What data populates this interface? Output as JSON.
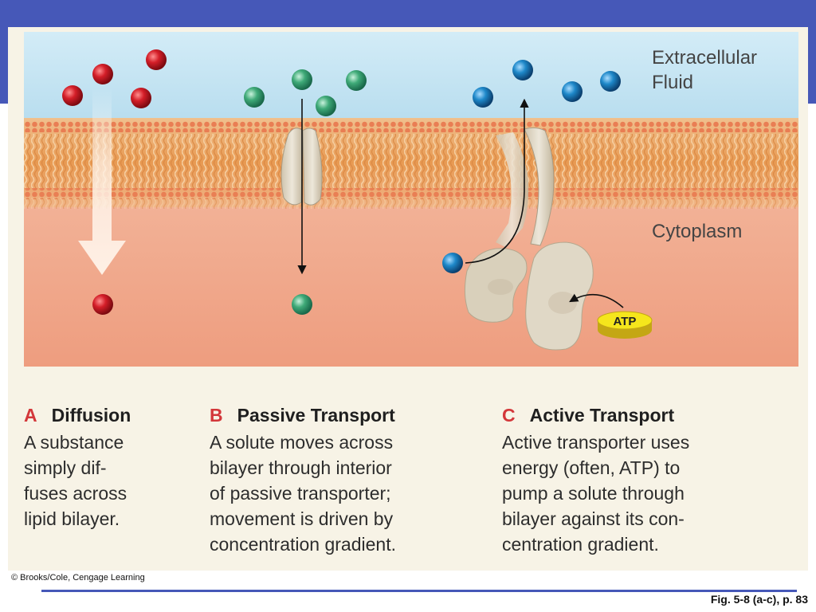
{
  "figure": {
    "region_labels": {
      "extracellular_line1": "Extracellular",
      "extracellular_line2": "Fluid",
      "cytoplasm": "Cytoplasm"
    },
    "atp_label": "ATP",
    "colors": {
      "diffusion_solute": "#c8141e",
      "passive_solute": "#3aa676",
      "active_solute": "#1a86c8",
      "extracellular": "#bfe3f2",
      "cytoplasm": "#f0a486",
      "bilayer": "#e9a35e",
      "atp": "#f2e21e"
    }
  },
  "panels": {
    "a": {
      "letter": "A",
      "title": "Diffusion",
      "lines": [
        "A substance",
        "simply dif-",
        "fuses across",
        "lipid bilayer."
      ]
    },
    "b": {
      "letter": "B",
      "title": "Passive Transport",
      "lines": [
        "A solute moves across",
        "bilayer through interior",
        "of passive transporter;",
        "movement is driven by",
        "concentration gradient."
      ]
    },
    "c": {
      "letter": "C",
      "title": "Active Transport",
      "lines": [
        "Active transporter uses",
        "energy (often, ATP) to",
        "pump a solute through",
        "bilayer against its con-",
        "centration gradient."
      ]
    }
  },
  "footer": {
    "copyright": "© Brooks/Cole, Cengage Learning",
    "figure_ref": "Fig. 5-8 (a-c), p. 83"
  }
}
